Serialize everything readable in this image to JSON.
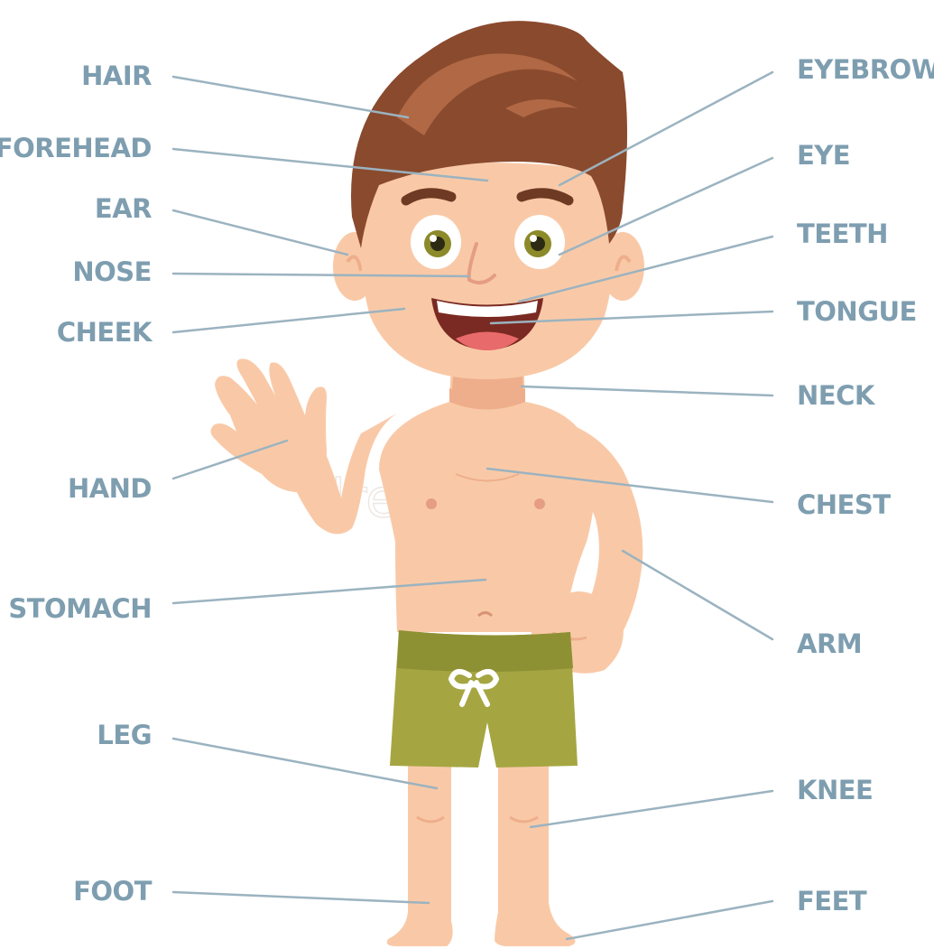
{
  "labels_left": [
    {
      "key": "hair",
      "text": "HAIR"
    },
    {
      "key": "forehead",
      "text": "FOREHEAD"
    },
    {
      "key": "ear",
      "text": "EAR"
    },
    {
      "key": "nose",
      "text": "NOSE"
    },
    {
      "key": "cheek",
      "text": "CHEEK"
    },
    {
      "key": "hand",
      "text": "HAND"
    },
    {
      "key": "stomach",
      "text": "STOMACH"
    },
    {
      "key": "leg",
      "text": "LEG"
    },
    {
      "key": "foot",
      "text": "FOOT"
    }
  ],
  "labels_right": [
    {
      "key": "eyebrow",
      "text": "EYEBROW"
    },
    {
      "key": "eye",
      "text": "EYE"
    },
    {
      "key": "teeth",
      "text": "TEETH"
    },
    {
      "key": "tongue",
      "text": "TONGUE"
    },
    {
      "key": "neck",
      "text": "NECK"
    },
    {
      "key": "chest",
      "text": "CHEST"
    },
    {
      "key": "arm",
      "text": "ARM"
    },
    {
      "key": "knee",
      "text": "KNEE"
    },
    {
      "key": "feet",
      "text": "FEET"
    }
  ],
  "colors": {
    "label_text": "#7e9eb0",
    "leader_line": "#9bb3c0",
    "skin": "#f9c9a7",
    "skin_shade": "#eeae8c",
    "hair": "#8a4a2e",
    "hair_light": "#b06845",
    "shorts": "#a5a642",
    "shorts_shade": "#8e9034",
    "eye_iris": "#8c8a2a"
  },
  "watermark": "dreamstime"
}
